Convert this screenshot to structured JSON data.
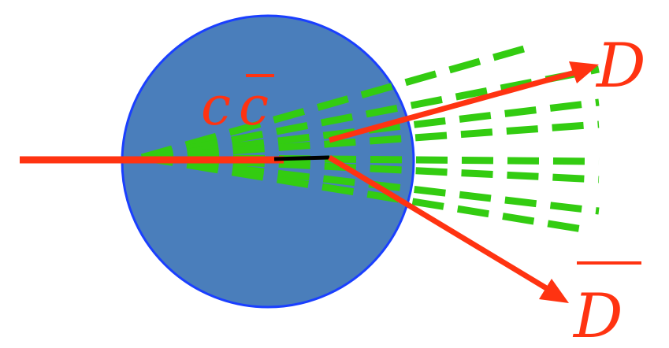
{
  "labels": {
    "pair": "cc̄",
    "pair_c": "c",
    "pair_cbar": "c",
    "d_meson": "D",
    "dbar_meson": "D"
  },
  "colors": {
    "nucleus_fill": "#4a7ebb",
    "nucleus_stroke": "#1a3fff",
    "arrows": "#ff3311",
    "jets": "#33cc11",
    "string": "#000000"
  }
}
